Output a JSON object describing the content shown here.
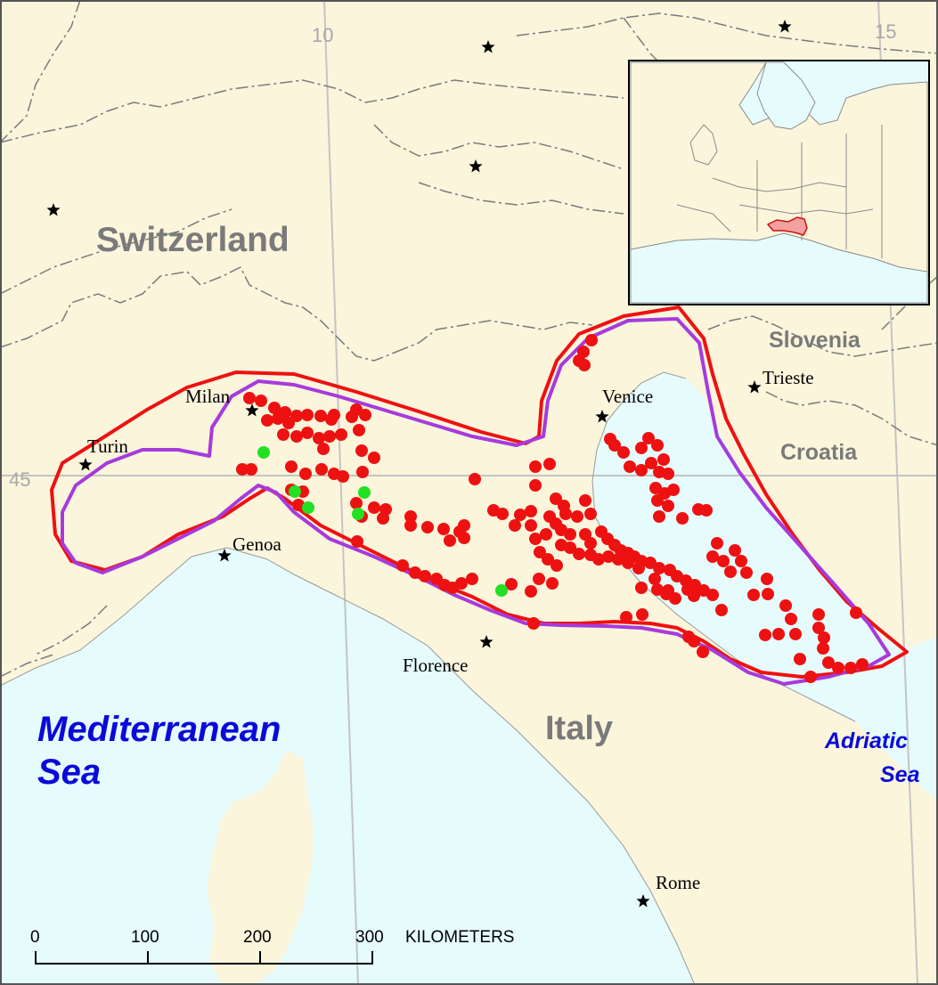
{
  "colors": {
    "land": "#fbf5dc",
    "sea": "#e6fbfc",
    "border": "#7a7a7a",
    "grid": "#c4c4c4",
    "range_outer": "#ee1111",
    "range_inner": "#a63bdc",
    "point_red": "#ee1111",
    "point_green": "#22e022",
    "inset_highlight": "#f5a0a0"
  },
  "labels": {
    "countries": [
      {
        "id": "switzerland",
        "text": "Switzerland",
        "size": 39
      },
      {
        "id": "italy",
        "text": "Italy",
        "size": 38
      },
      {
        "id": "slovenia",
        "text": "Slovenia",
        "size": 25
      },
      {
        "id": "croatia",
        "text": "Croatia",
        "size": 25
      }
    ],
    "seas": [
      {
        "id": "mediterranean-line1",
        "text": "Mediterranean",
        "size": 40
      },
      {
        "id": "mediterranean-line2",
        "text": "Sea",
        "size": 40
      },
      {
        "id": "adriatic-line1",
        "text": "Adriatic",
        "size": 25
      },
      {
        "id": "adriatic-line2",
        "text": "Sea",
        "size": 25
      }
    ],
    "cities": [
      {
        "id": "milan",
        "text": "Milan"
      },
      {
        "id": "turin",
        "text": "Turin"
      },
      {
        "id": "genoa",
        "text": "Genoa"
      },
      {
        "id": "florence",
        "text": "Florence"
      },
      {
        "id": "venice",
        "text": "Venice"
      },
      {
        "id": "trieste",
        "text": "Trieste"
      },
      {
        "id": "rome",
        "text": "Rome"
      }
    ],
    "graticule": [
      {
        "id": "lon-10",
        "text": "10"
      },
      {
        "id": "lon-15",
        "text": "15"
      },
      {
        "id": "lat-45",
        "text": "45"
      }
    ]
  },
  "scale_bar": {
    "ticks": [
      "0",
      "100",
      "200",
      "300"
    ],
    "unit": "KILOMETERS"
  },
  "icons": {
    "city_marker": "star-icon"
  }
}
